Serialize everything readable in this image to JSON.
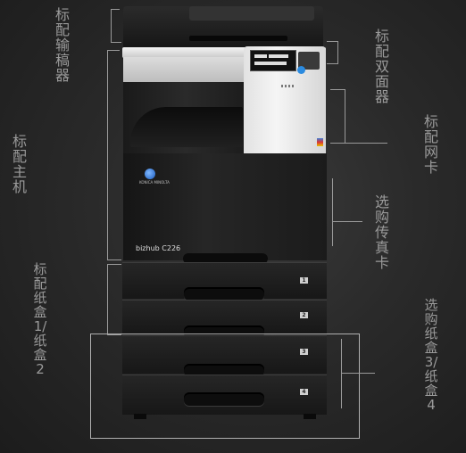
{
  "labels": {
    "adf": "标配输稿器",
    "duplex": "标配双面器",
    "network": "标配网卡",
    "main": "标配主机",
    "fax": "选购传真卡",
    "tray12": "标配纸盒1/纸盒2",
    "tray34": "选购纸盒3/纸盒4"
  },
  "device": {
    "brand": "KONICA MINOLTA",
    "model": "bizhub C226"
  },
  "trays": [
    "1",
    "2",
    "3",
    "4"
  ],
  "colors": {
    "background": "#2a2a2a",
    "body": "#1f1f1f",
    "panel_white": "#ececec",
    "line": "#9a9a9a"
  }
}
